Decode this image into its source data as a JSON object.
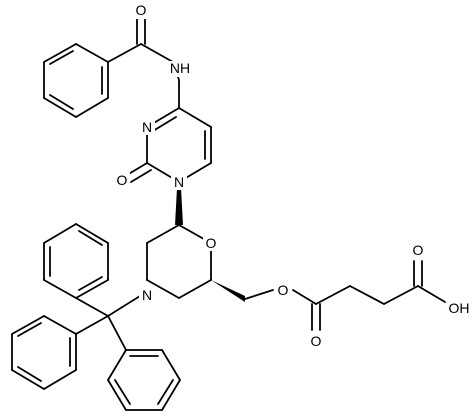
{
  "molecule": {
    "atoms": {
      "amide_carbonyl_o": "O",
      "amide_nh": "NH",
      "ring_n3": "N",
      "ring_n1": "N",
      "ring_c2_o": "O",
      "morpholine_o": "O",
      "morpholine_n": "N",
      "ester_o": "O",
      "ester_carbonyl_o": "O",
      "acid_carbonyl_o": "O",
      "acid_oh": "OH"
    },
    "colors": {
      "bond": "#000000",
      "label": "#000000",
      "background": "#ffffff"
    }
  }
}
